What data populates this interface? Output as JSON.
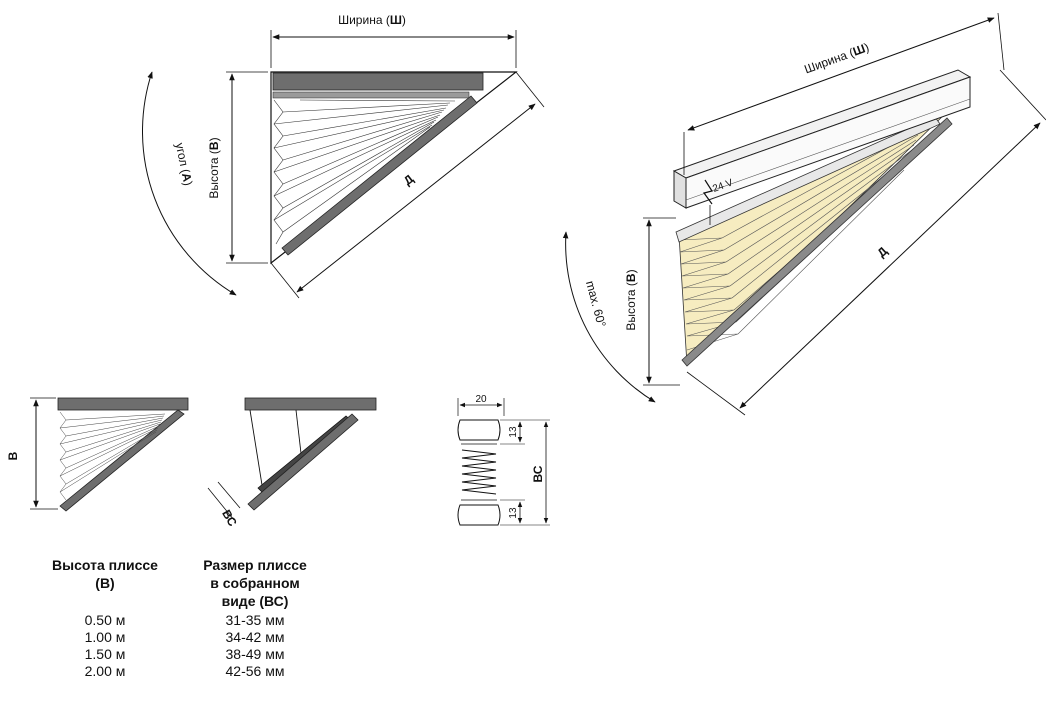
{
  "top_left_diagram": {
    "width_label_prefix": "Ширина (",
    "width_label_bold": "Ш",
    "width_label_suffix": ")",
    "height_label_prefix": "Высота (",
    "height_label_bold": "В",
    "height_label_suffix": ")",
    "angle_label_prefix": "угол (",
    "angle_label_bold": "А",
    "angle_label_suffix": ")",
    "diagonal_label": "Д"
  },
  "right_diagram": {
    "width_label_prefix": "Ширина (",
    "width_label_bold": "Ш",
    "width_label_suffix": ")",
    "height_label_prefix": "Высота (",
    "height_label_bold": "В",
    "height_label_suffix": ")",
    "angle_label": "max. 60°",
    "diagonal_label": "Д",
    "voltage_label": "24 V"
  },
  "small_diagrams": {
    "height_label": "В",
    "stack_label": "ВС"
  },
  "detail_diagram": {
    "width_value": "20",
    "top_value": "13",
    "bottom_value": "13",
    "stack_label": "ВС"
  },
  "table": {
    "headers": [
      [
        "Высота плиссе",
        "(В)"
      ],
      [
        "Размер плиссе",
        "в собранном",
        "виде (ВС)"
      ]
    ],
    "rows": [
      [
        "0.50 м",
        "31-35 мм"
      ],
      [
        "1.00 м",
        "34-42 мм"
      ],
      [
        "1.50 м",
        "38-49 мм"
      ],
      [
        "2.00 м",
        "42-56 мм"
      ]
    ]
  },
  "colors": {
    "rail_dark": "#6e6e6e",
    "fabric": "#f6ecc0",
    "line": "#111111"
  }
}
